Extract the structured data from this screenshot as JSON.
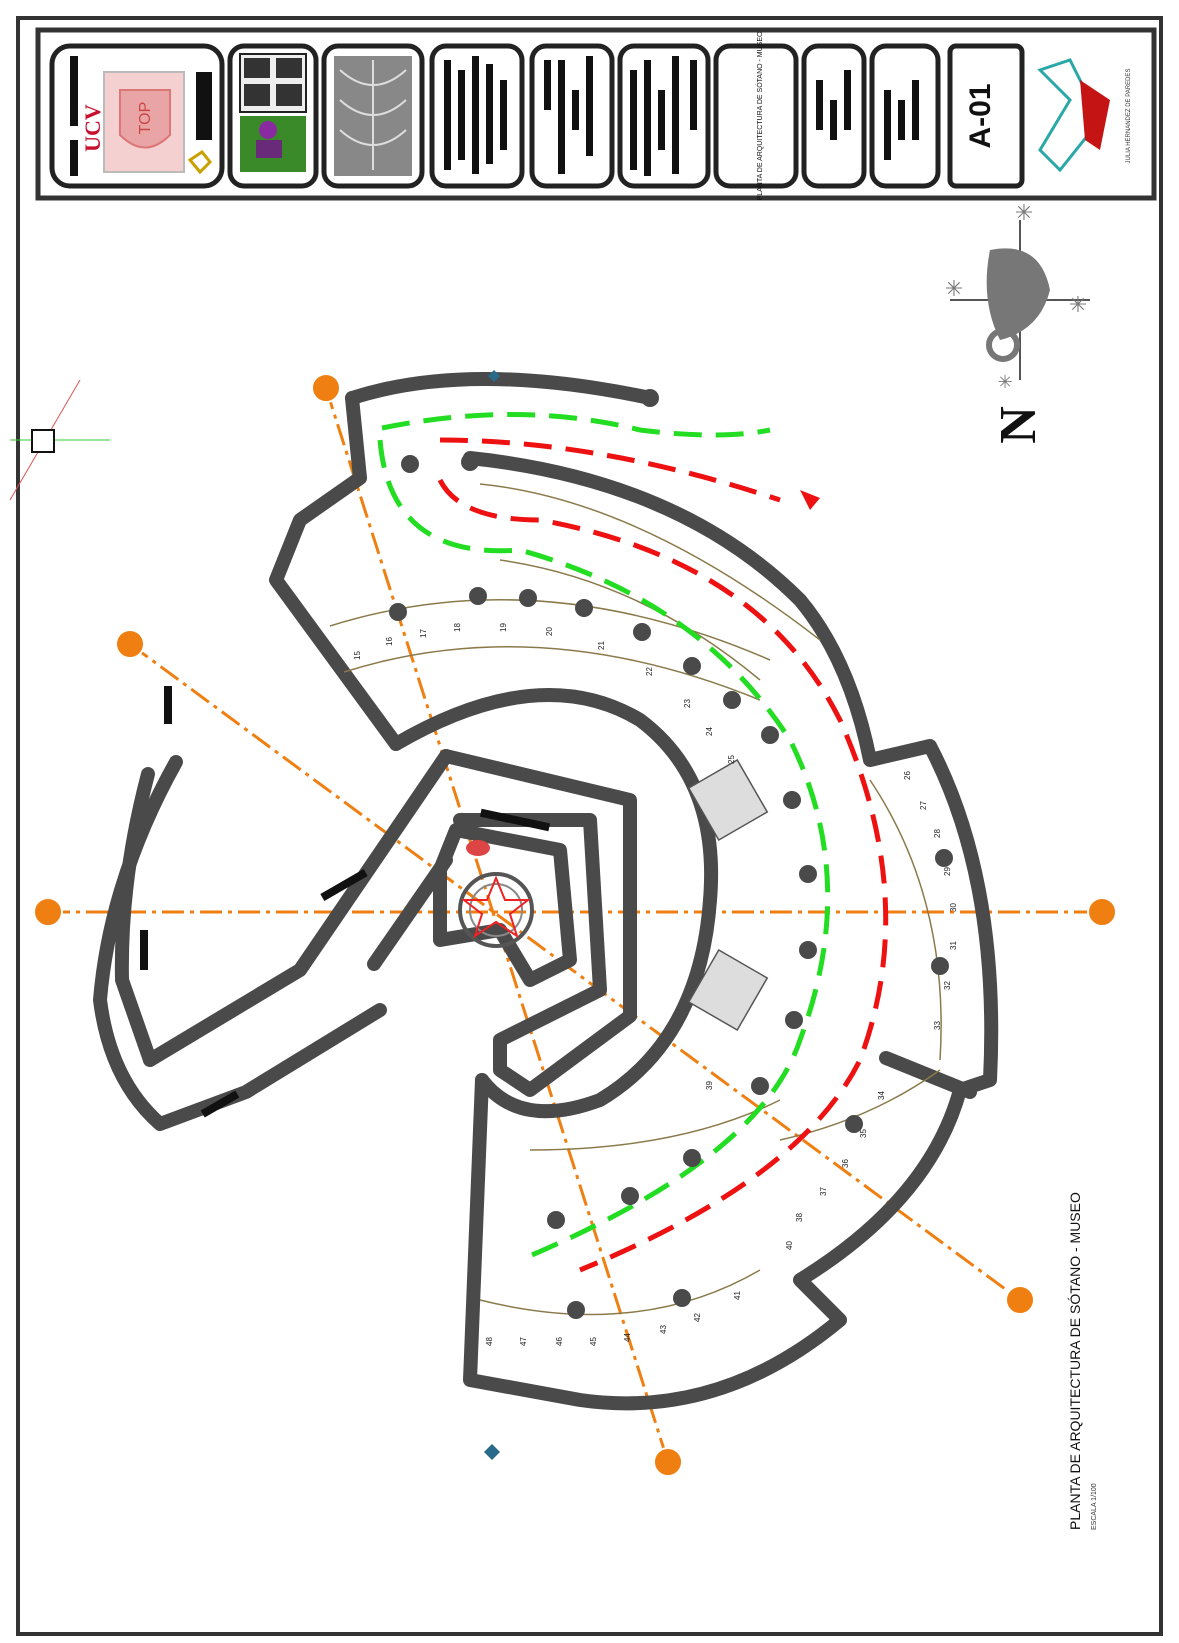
{
  "sheet": {
    "code": "A-01",
    "title": "PLANTA DE ARQUITECTURA DE SÓTANO - MUSEO",
    "scale_note": "ESCALA 1/100",
    "north_label": "N",
    "logo_text": "UCV",
    "logo_subtext": "TOP",
    "title_block_sheet_name": "PLANTA DE ARQUITECTURA DE SÓTANO - MUSEO",
    "author_text": "JULIA HERNANDEZ DE PAREDES"
  },
  "rooms": {
    "outer_ring_numbers": [
      "15",
      "16",
      "17",
      "18",
      "19",
      "20",
      "21",
      "22",
      "23",
      "24",
      "25"
    ],
    "right_ring_numbers": [
      "26",
      "27",
      "28",
      "29",
      "30",
      "31",
      "32",
      "33"
    ],
    "lower_ring_numbers": [
      "34",
      "35",
      "36",
      "37",
      "38",
      "39",
      "40"
    ],
    "bottom_ring_numbers": [
      "41",
      "42",
      "43",
      "44",
      "45",
      "46",
      "47",
      "48"
    ]
  },
  "colors": {
    "wall": "#4a4a4a",
    "axis": "#f07f12",
    "route_green": "#22dd22",
    "route_red": "#ee1111",
    "grid_line": "#8a7a4a",
    "frame": "#333333"
  }
}
